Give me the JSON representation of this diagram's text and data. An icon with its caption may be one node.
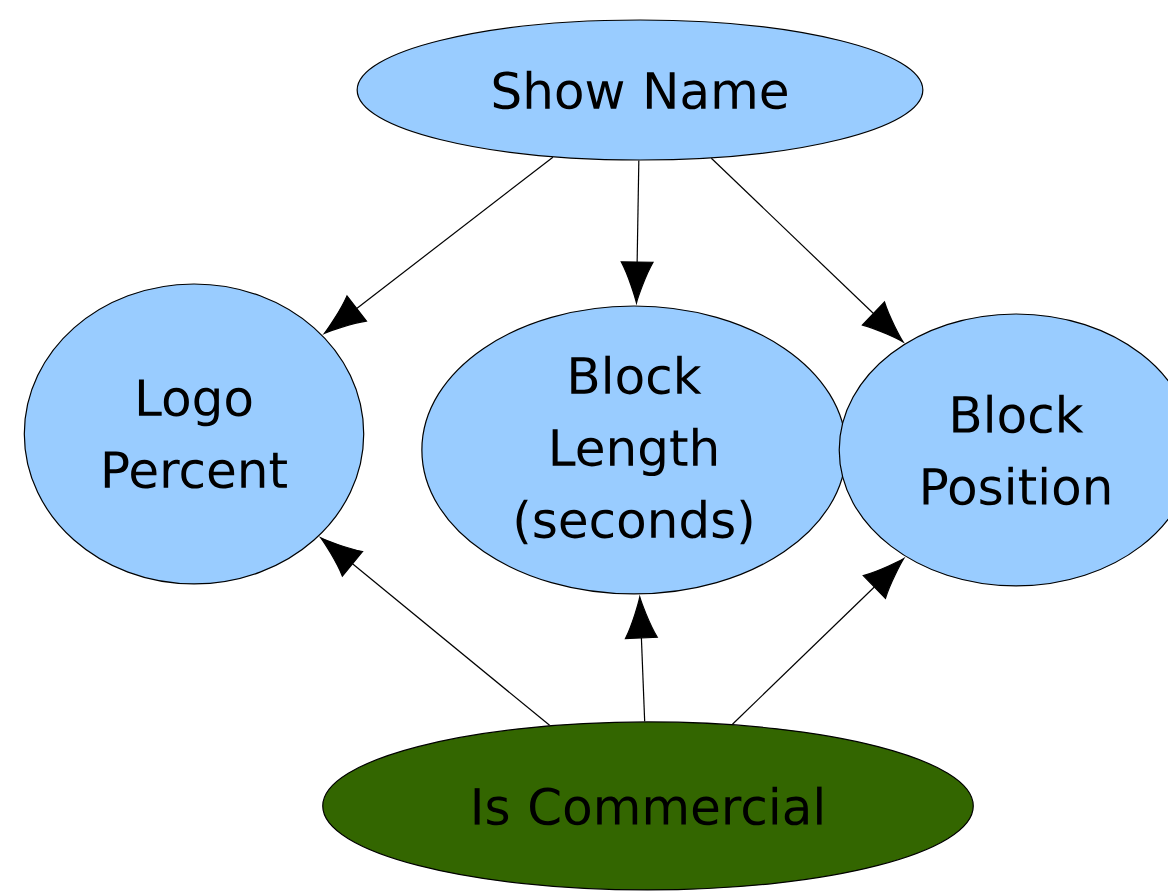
{
  "diagram": {
    "nodes": [
      {
        "text": [
          "Show Name"
        ]
      },
      {
        "text": [
          "Logo Percent"
        ]
      },
      {
        "text": [
          "Block Length (seconds)"
        ]
      },
      {
        "text": [
          "Block Position"
        ]
      },
      {
        "text": [
          "Is Commercial"
        ]
      }
    ],
    "edges": [
      {
        "from": 0,
        "to": 1,
        "arrow": "to"
      },
      {
        "from": 0,
        "to": 2,
        "arrow": "to"
      },
      {
        "from": 0,
        "to": 3,
        "arrow": "to"
      },
      {
        "from": 4,
        "to": 1,
        "arrow": "to"
      },
      {
        "from": 4,
        "to": 2,
        "arrow": "to"
      },
      {
        "from": 4,
        "to": 3,
        "arrow": "to"
      }
    ]
  }
}
